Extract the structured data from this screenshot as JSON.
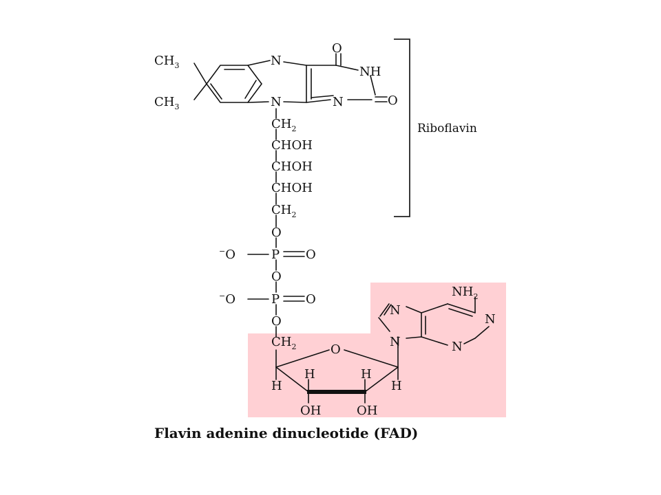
{
  "colors": {
    "highlight": "#ffd0d4",
    "ink": "#111111",
    "background": "#ffffff"
  },
  "caption": "Flavin adenine dinucleotide (FAD)",
  "riboflavin_label": "Riboflavin",
  "atoms": {
    "ch3": "CH",
    "three": "3",
    "n": "N",
    "nh": "NH",
    "o": "O",
    "ch2": "CH",
    "two": "2",
    "chohv": "CHOH",
    "p": "P",
    "minus": "−",
    "nh2": "NH",
    "h": "H",
    "oh": "OH"
  }
}
